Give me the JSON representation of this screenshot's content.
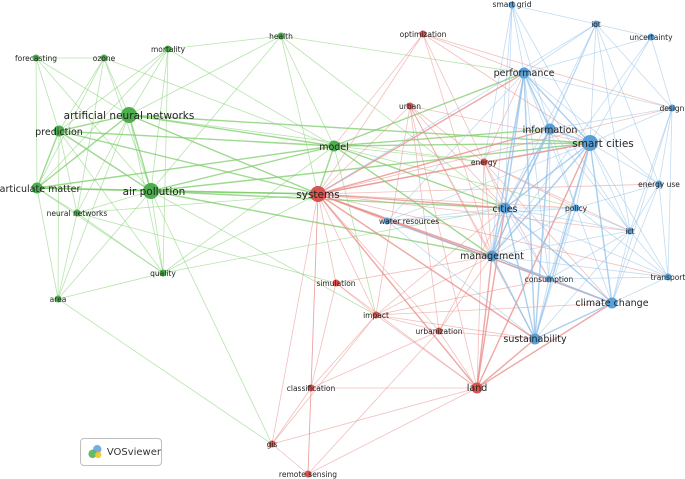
{
  "colors": {
    "cluster_green": "#4cae4c",
    "cluster_red": "#d9534f",
    "cluster_blue": "#5aa0d8",
    "edge_green": "#7ccd6a",
    "edge_red": "#e88a85",
    "edge_blue": "#8fbfe8"
  },
  "logo": {
    "label": "VOSviewer",
    "icon": "vosviewer-logo-icon"
  },
  "nodes": [
    {
      "id": "smart grid",
      "label": "smart grid",
      "cluster": "blue",
      "weight": 1
    },
    {
      "id": "iot",
      "label": "iot",
      "cluster": "blue",
      "weight": 1
    },
    {
      "id": "uncertainty",
      "label": "uncertainty",
      "cluster": "blue",
      "weight": 1
    },
    {
      "id": "performance",
      "label": "performance",
      "cluster": "blue",
      "weight": 2
    },
    {
      "id": "design",
      "label": "design",
      "cluster": "blue",
      "weight": 1
    },
    {
      "id": "information",
      "label": "information",
      "cluster": "blue",
      "weight": 2
    },
    {
      "id": "smart cities",
      "label": "smart cities",
      "cluster": "blue",
      "weight": 3
    },
    {
      "id": "energy use",
      "label": "energy use",
      "cluster": "blue",
      "weight": 1
    },
    {
      "id": "cities",
      "label": "cities",
      "cluster": "blue",
      "weight": 2
    },
    {
      "id": "policy",
      "label": "policy",
      "cluster": "blue",
      "weight": 1
    },
    {
      "id": "ict",
      "label": "ict",
      "cluster": "blue",
      "weight": 1
    },
    {
      "id": "water resources",
      "label": "water resources",
      "cluster": "blue",
      "weight": 1
    },
    {
      "id": "management",
      "label": "management",
      "cluster": "blue",
      "weight": 2
    },
    {
      "id": "consumption",
      "label": "consumption",
      "cluster": "blue",
      "weight": 1
    },
    {
      "id": "transport",
      "label": "transport",
      "cluster": "blue",
      "weight": 1
    },
    {
      "id": "climate change",
      "label": "climate change",
      "cluster": "blue",
      "weight": 2
    },
    {
      "id": "sustainability",
      "label": "sustainability",
      "cluster": "blue",
      "weight": 2
    },
    {
      "id": "optimization",
      "label": "optimization",
      "cluster": "red",
      "weight": 1
    },
    {
      "id": "urban",
      "label": "urban",
      "cluster": "red",
      "weight": 1
    },
    {
      "id": "energy",
      "label": "energy",
      "cluster": "red",
      "weight": 1
    },
    {
      "id": "systems",
      "label": "systems",
      "cluster": "red",
      "weight": 3
    },
    {
      "id": "simulation",
      "label": "simulation",
      "cluster": "red",
      "weight": 1
    },
    {
      "id": "impact",
      "label": "impact",
      "cluster": "red",
      "weight": 1
    },
    {
      "id": "urbanization",
      "label": "urbanization",
      "cluster": "red",
      "weight": 1
    },
    {
      "id": "land",
      "label": "land",
      "cluster": "red",
      "weight": 2
    },
    {
      "id": "classification",
      "label": "classification",
      "cluster": "red",
      "weight": 1
    },
    {
      "id": "gis",
      "label": "gis",
      "cluster": "red",
      "weight": 1
    },
    {
      "id": "remote sensing",
      "label": "remote sensing",
      "cluster": "red",
      "weight": 1
    },
    {
      "id": "forecasting",
      "label": "forecasting",
      "cluster": "green",
      "weight": 1
    },
    {
      "id": "ozone",
      "label": "ozone",
      "cluster": "green",
      "weight": 1
    },
    {
      "id": "mortality",
      "label": "mortality",
      "cluster": "green",
      "weight": 1
    },
    {
      "id": "health",
      "label": "health",
      "cluster": "green",
      "weight": 1
    },
    {
      "id": "artificial neural networks",
      "label": "artificial neural networks",
      "cluster": "green",
      "weight": 3
    },
    {
      "id": "prediction",
      "label": "prediction",
      "cluster": "green",
      "weight": 2
    },
    {
      "id": "model",
      "label": "model",
      "cluster": "green",
      "weight": 2
    },
    {
      "id": "particulate matter",
      "label": "particulate matter",
      "cluster": "green",
      "weight": 2
    },
    {
      "id": "air pollution",
      "label": "air pollution",
      "cluster": "green",
      "weight": 3
    },
    {
      "id": "neural networks",
      "label": "neural networks",
      "cluster": "green",
      "weight": 1
    },
    {
      "id": "quality",
      "label": "quality",
      "cluster": "green",
      "weight": 1
    },
    {
      "id": "area",
      "label": "area",
      "cluster": "green",
      "weight": 1
    }
  ],
  "edges": [
    [
      "forecasting",
      "ozone"
    ],
    [
      "forecasting",
      "prediction"
    ],
    [
      "forecasting",
      "artificial neural networks"
    ],
    [
      "forecasting",
      "particulate matter"
    ],
    [
      "forecasting",
      "air pollution"
    ],
    [
      "ozone",
      "artificial neural networks"
    ],
    [
      "ozone",
      "prediction"
    ],
    [
      "ozone",
      "particulate matter"
    ],
    [
      "ozone",
      "air pollution"
    ],
    [
      "ozone",
      "neural networks"
    ],
    [
      "ozone",
      "model"
    ],
    [
      "mortality",
      "air pollution"
    ],
    [
      "mortality",
      "particulate matter"
    ],
    [
      "mortality",
      "prediction"
    ],
    [
      "mortality",
      "model"
    ],
    [
      "mortality",
      "health"
    ],
    [
      "mortality",
      "quality"
    ],
    [
      "mortality",
      "artificial neural networks"
    ],
    [
      "health",
      "air pollution"
    ],
    [
      "health",
      "model"
    ],
    [
      "health",
      "artificial neural networks"
    ],
    [
      "health",
      "systems"
    ],
    [
      "health",
      "cities"
    ],
    [
      "health",
      "performance"
    ],
    [
      "artificial neural networks",
      "prediction"
    ],
    [
      "artificial neural networks",
      "air pollution"
    ],
    [
      "artificial neural networks",
      "particulate matter"
    ],
    [
      "artificial neural networks",
      "model"
    ],
    [
      "artificial neural networks",
      "neural networks"
    ],
    [
      "artificial neural networks",
      "systems"
    ],
    [
      "artificial neural networks",
      "quality"
    ],
    [
      "artificial neural networks",
      "smart cities"
    ],
    [
      "artificial neural networks",
      "area"
    ],
    [
      "artificial neural networks",
      "energy"
    ],
    [
      "prediction",
      "particulate matter"
    ],
    [
      "prediction",
      "air pollution"
    ],
    [
      "prediction",
      "neural networks"
    ],
    [
      "prediction",
      "model"
    ],
    [
      "prediction",
      "quality"
    ],
    [
      "prediction",
      "area"
    ],
    [
      "prediction",
      "systems"
    ],
    [
      "particulate matter",
      "air pollution"
    ],
    [
      "particulate matter",
      "neural networks"
    ],
    [
      "particulate matter",
      "model"
    ],
    [
      "particulate matter",
      "quality"
    ],
    [
      "particulate matter",
      "area"
    ],
    [
      "particulate matter",
      "systems"
    ],
    [
      "air pollution",
      "neural networks"
    ],
    [
      "air pollution",
      "model"
    ],
    [
      "air pollution",
      "quality"
    ],
    [
      "air pollution",
      "systems"
    ],
    [
      "air pollution",
      "area"
    ],
    [
      "air pollution",
      "gis"
    ],
    [
      "air pollution",
      "cities"
    ],
    [
      "air pollution",
      "smart cities"
    ],
    [
      "air pollution",
      "management"
    ],
    [
      "air pollution",
      "impact"
    ],
    [
      "neural networks",
      "quality"
    ],
    [
      "neural networks",
      "area"
    ],
    [
      "neural networks",
      "systems"
    ],
    [
      "neural networks",
      "simulation"
    ],
    [
      "model",
      "systems"
    ],
    [
      "model",
      "cities"
    ],
    [
      "model",
      "smart cities"
    ],
    [
      "model",
      "management"
    ],
    [
      "model",
      "energy"
    ],
    [
      "model",
      "quality"
    ],
    [
      "model",
      "performance"
    ],
    [
      "model",
      "information"
    ],
    [
      "model",
      "policy"
    ],
    [
      "model",
      "impact"
    ],
    [
      "quality",
      "systems"
    ],
    [
      "quality",
      "cities"
    ],
    [
      "quality",
      "area"
    ],
    [
      "area",
      "gis"
    ],
    [
      "optimization",
      "systems"
    ],
    [
      "optimization",
      "performance"
    ],
    [
      "optimization",
      "energy"
    ],
    [
      "optimization",
      "model"
    ],
    [
      "optimization",
      "smart cities"
    ],
    [
      "optimization",
      "design"
    ],
    [
      "optimization",
      "management"
    ],
    [
      "urban",
      "systems"
    ],
    [
      "urban",
      "cities"
    ],
    [
      "urban",
      "land"
    ],
    [
      "urban",
      "energy"
    ],
    [
      "urban",
      "impact"
    ],
    [
      "urban",
      "management"
    ],
    [
      "urban",
      "smart cities"
    ],
    [
      "urban",
      "urbanization"
    ],
    [
      "urban",
      "sustainability"
    ],
    [
      "energy",
      "systems"
    ],
    [
      "energy",
      "cities"
    ],
    [
      "energy",
      "smart cities"
    ],
    [
      "energy",
      "management"
    ],
    [
      "energy",
      "performance"
    ],
    [
      "energy",
      "policy"
    ],
    [
      "energy",
      "consumption"
    ],
    [
      "energy",
      "climate change"
    ],
    [
      "energy",
      "land"
    ],
    [
      "energy",
      "ict"
    ],
    [
      "systems",
      "cities"
    ],
    [
      "systems",
      "smart cities"
    ],
    [
      "systems",
      "management"
    ],
    [
      "systems",
      "impact"
    ],
    [
      "systems",
      "simulation"
    ],
    [
      "systems",
      "land"
    ],
    [
      "systems",
      "classification"
    ],
    [
      "systems",
      "gis"
    ],
    [
      "systems",
      "remote sensing"
    ],
    [
      "systems",
      "urbanization"
    ],
    [
      "systems",
      "performance"
    ],
    [
      "systems",
      "information"
    ],
    [
      "systems",
      "water resources"
    ],
    [
      "systems",
      "sustainability"
    ],
    [
      "systems",
      "consumption"
    ],
    [
      "systems",
      "climate change"
    ],
    [
      "systems",
      "transport"
    ],
    [
      "systems",
      "ict"
    ],
    [
      "systems",
      "policy"
    ],
    [
      "systems",
      "design"
    ],
    [
      "systems",
      "energy use"
    ],
    [
      "simulation",
      "impact"
    ],
    [
      "simulation",
      "land"
    ],
    [
      "simulation",
      "management"
    ],
    [
      "simulation",
      "classification"
    ],
    [
      "impact",
      "land"
    ],
    [
      "impact",
      "urbanization"
    ],
    [
      "impact",
      "management"
    ],
    [
      "impact",
      "cities"
    ],
    [
      "impact",
      "climate change"
    ],
    [
      "impact",
      "sustainability"
    ],
    [
      "impact",
      "classification"
    ],
    [
      "impact",
      "gis"
    ],
    [
      "impact",
      "consumption"
    ],
    [
      "urbanization",
      "land"
    ],
    [
      "urbanization",
      "cities"
    ],
    [
      "urbanization",
      "sustainability"
    ],
    [
      "urbanization",
      "management"
    ],
    [
      "urbanization",
      "classification"
    ],
    [
      "urbanization",
      "remote sensing"
    ],
    [
      "land",
      "classification"
    ],
    [
      "land",
      "gis"
    ],
    [
      "land",
      "remote sensing"
    ],
    [
      "land",
      "management"
    ],
    [
      "land",
      "cities"
    ],
    [
      "land",
      "sustainability"
    ],
    [
      "land",
      "climate change"
    ],
    [
      "land",
      "smart cities"
    ],
    [
      "classification",
      "gis"
    ],
    [
      "classification",
      "remote sensing"
    ],
    [
      "gis",
      "remote sensing"
    ],
    [
      "smart grid",
      "iot"
    ],
    [
      "smart grid",
      "performance"
    ],
    [
      "smart grid",
      "smart cities"
    ],
    [
      "smart grid",
      "information"
    ],
    [
      "smart grid",
      "cities"
    ],
    [
      "smart grid",
      "management"
    ],
    [
      "smart grid",
      "energy"
    ],
    [
      "iot",
      "uncertainty"
    ],
    [
      "iot",
      "performance"
    ],
    [
      "iot",
      "smart cities"
    ],
    [
      "iot",
      "information"
    ],
    [
      "iot",
      "cities"
    ],
    [
      "iot",
      "design"
    ],
    [
      "iot",
      "management"
    ],
    [
      "iot",
      "energy use"
    ],
    [
      "iot",
      "ict"
    ],
    [
      "iot",
      "systems"
    ],
    [
      "uncertainty",
      "design"
    ],
    [
      "uncertainty",
      "smart cities"
    ],
    [
      "uncertainty",
      "performance"
    ],
    [
      "uncertainty",
      "management"
    ],
    [
      "performance",
      "design"
    ],
    [
      "performance",
      "information"
    ],
    [
      "performance",
      "smart cities"
    ],
    [
      "performance",
      "cities"
    ],
    [
      "performance",
      "management"
    ],
    [
      "performance",
      "policy"
    ],
    [
      "performance",
      "ict"
    ],
    [
      "performance",
      "consumption"
    ],
    [
      "performance",
      "sustainability"
    ],
    [
      "performance",
      "energy use"
    ],
    [
      "performance",
      "water resources"
    ],
    [
      "design",
      "smart cities"
    ],
    [
      "design",
      "information"
    ],
    [
      "design",
      "energy use"
    ],
    [
      "design",
      "ict"
    ],
    [
      "design",
      "transport"
    ],
    [
      "design",
      "climate change"
    ],
    [
      "information",
      "smart cities"
    ],
    [
      "information",
      "cities"
    ],
    [
      "information",
      "policy"
    ],
    [
      "information",
      "management"
    ],
    [
      "information",
      "ict"
    ],
    [
      "information",
      "sustainability"
    ],
    [
      "information",
      "consumption"
    ],
    [
      "smart cities",
      "cities"
    ],
    [
      "smart cities",
      "energy use"
    ],
    [
      "smart cities",
      "policy"
    ],
    [
      "smart cities",
      "ict"
    ],
    [
      "smart cities",
      "management"
    ],
    [
      "smart cities",
      "transport"
    ],
    [
      "smart cities",
      "climate change"
    ],
    [
      "smart cities",
      "consumption"
    ],
    [
      "smart cities",
      "sustainability"
    ],
    [
      "smart cities",
      "water resources"
    ],
    [
      "energy use",
      "policy"
    ],
    [
      "energy use",
      "ict"
    ],
    [
      "energy use",
      "transport"
    ],
    [
      "energy use",
      "climate change"
    ],
    [
      "cities",
      "policy"
    ],
    [
      "cities",
      "ict"
    ],
    [
      "cities",
      "management"
    ],
    [
      "cities",
      "water resources"
    ],
    [
      "cities",
      "consumption"
    ],
    [
      "cities",
      "climate change"
    ],
    [
      "cities",
      "sustainability"
    ],
    [
      "cities",
      "transport"
    ],
    [
      "policy",
      "ict"
    ],
    [
      "policy",
      "management"
    ],
    [
      "policy",
      "climate change"
    ],
    [
      "policy",
      "transport"
    ],
    [
      "policy",
      "consumption"
    ],
    [
      "policy",
      "sustainability"
    ],
    [
      "ict",
      "transport"
    ],
    [
      "ict",
      "climate change"
    ],
    [
      "ict",
      "management"
    ],
    [
      "ict",
      "consumption"
    ],
    [
      "ict",
      "sustainability"
    ],
    [
      "water resources",
      "management"
    ],
    [
      "water resources",
      "sustainability"
    ],
    [
      "water resources",
      "consumption"
    ],
    [
      "water resources",
      "policy"
    ],
    [
      "management",
      "consumption"
    ],
    [
      "management",
      "sustainability"
    ],
    [
      "management",
      "climate change"
    ],
    [
      "management",
      "transport"
    ],
    [
      "consumption",
      "climate change"
    ],
    [
      "consumption",
      "sustainability"
    ],
    [
      "consumption",
      "transport"
    ],
    [
      "climate change",
      "transport"
    ],
    [
      "climate change",
      "sustainability"
    ]
  ]
}
